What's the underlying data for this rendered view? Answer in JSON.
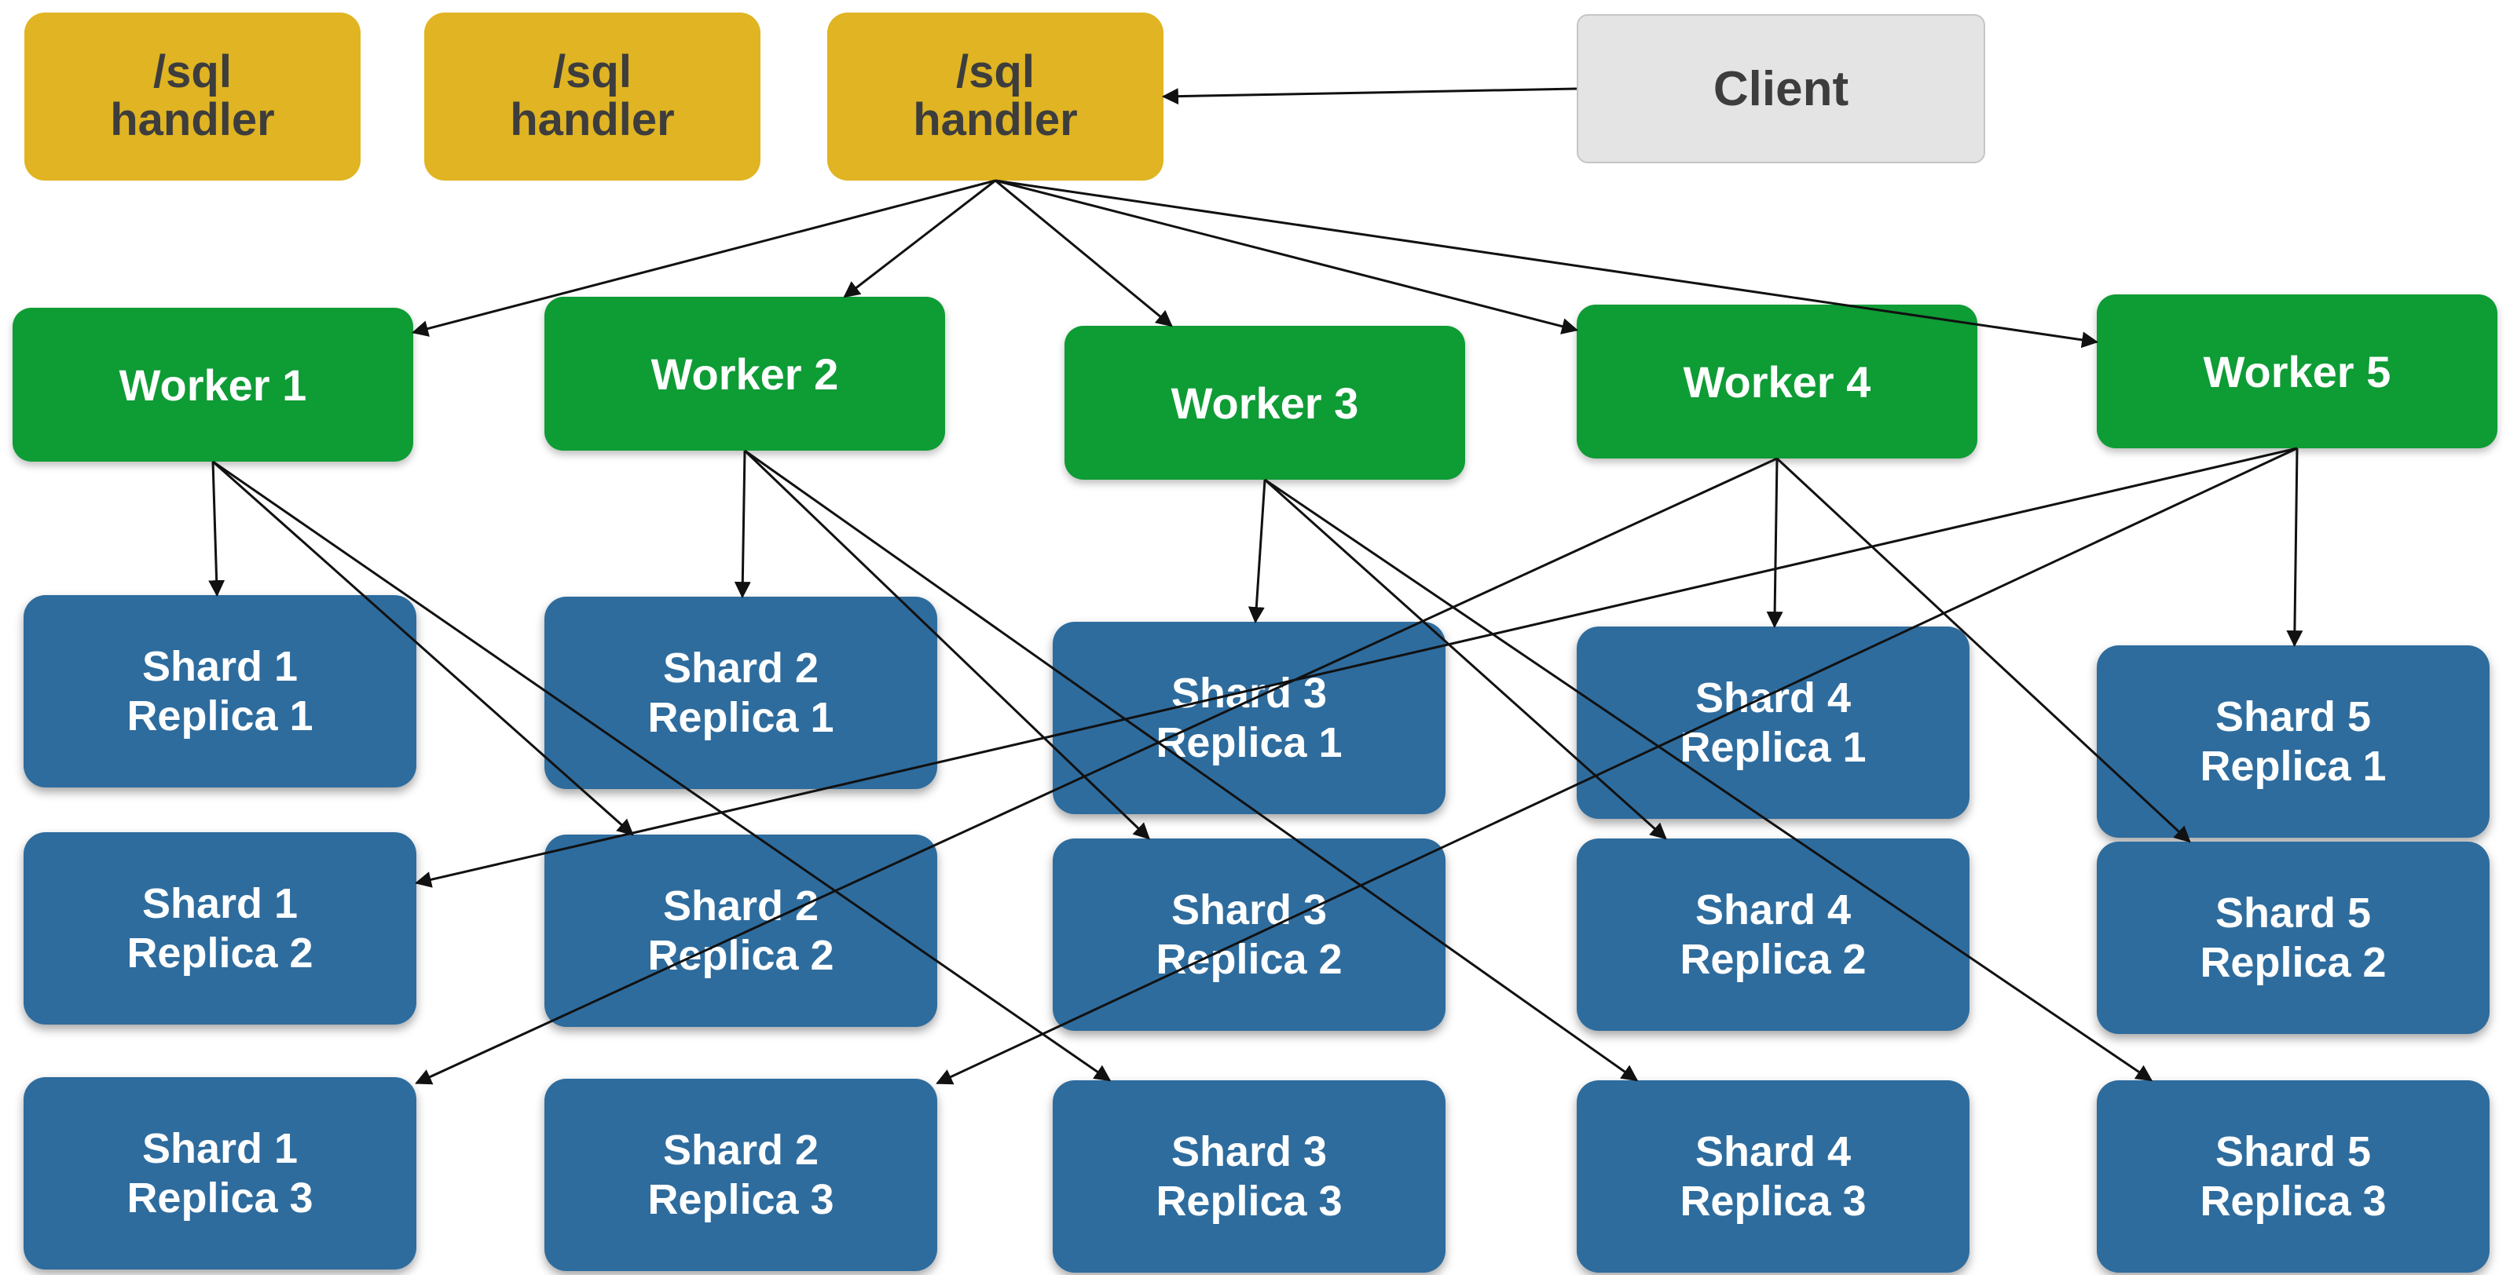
{
  "colors": {
    "handler": "#e0b422",
    "worker": "#0e9c35",
    "shard": "#2e6c9e",
    "client": "#e4e4e4",
    "client_border": "#c6c6c6",
    "text_dark": "#3d3d3d",
    "text_light": "#ffffff",
    "arrow": "#111111"
  },
  "client": {
    "label": "Client"
  },
  "handlers": [
    {
      "id": "h1",
      "label": "/sql\nhandler"
    },
    {
      "id": "h2",
      "label": "/sql\nhandler"
    },
    {
      "id": "h3",
      "label": "/sql\nhandler"
    }
  ],
  "workers": [
    {
      "id": "w1",
      "label": "Worker 1"
    },
    {
      "id": "w2",
      "label": "Worker 2"
    },
    {
      "id": "w3",
      "label": "Worker 3"
    },
    {
      "id": "w4",
      "label": "Worker 4"
    },
    {
      "id": "w5",
      "label": "Worker 5"
    }
  ],
  "shards": [
    {
      "id": "s1r1",
      "label": "Shard 1\nReplica 1"
    },
    {
      "id": "s2r1",
      "label": "Shard 2\nReplica 1"
    },
    {
      "id": "s3r1",
      "label": "Shard 3\nReplica 1"
    },
    {
      "id": "s4r1",
      "label": "Shard 4\nReplica 1"
    },
    {
      "id": "s5r1",
      "label": "Shard 5\nReplica 1"
    },
    {
      "id": "s1r2",
      "label": "Shard 1\nReplica 2"
    },
    {
      "id": "s2r2",
      "label": "Shard 2\nReplica 2"
    },
    {
      "id": "s3r2",
      "label": "Shard 3\nReplica 2"
    },
    {
      "id": "s4r2",
      "label": "Shard 4\nReplica 2"
    },
    {
      "id": "s5r2",
      "label": "Shard 5\nReplica 2"
    },
    {
      "id": "s1r3",
      "label": "Shard 1\nReplica 3"
    },
    {
      "id": "s2r3",
      "label": "Shard 2\nReplica 3"
    },
    {
      "id": "s3r3",
      "label": "Shard 3\nReplica 3"
    },
    {
      "id": "s4r3",
      "label": "Shard 4\nReplica 3"
    },
    {
      "id": "s5r3",
      "label": "Shard 5\nReplica 3"
    }
  ],
  "edges": [
    {
      "from": "client",
      "to": "h3",
      "from_anchor": "left",
      "to_anchor": "right"
    },
    {
      "from": "h3",
      "to": "w1",
      "from_anchor": "bottom"
    },
    {
      "from": "h3",
      "to": "w2",
      "from_anchor": "bottom"
    },
    {
      "from": "h3",
      "to": "w3",
      "from_anchor": "bottom"
    },
    {
      "from": "h3",
      "to": "w4",
      "from_anchor": "bottom"
    },
    {
      "from": "h3",
      "to": "w5",
      "from_anchor": "bottom"
    },
    {
      "from": "w1",
      "to": "s1r1",
      "from_anchor": "bottom"
    },
    {
      "from": "w1",
      "to": "s2r2",
      "from_anchor": "bottom"
    },
    {
      "from": "w1",
      "to": "s3r3",
      "from_anchor": "bottom"
    },
    {
      "from": "w2",
      "to": "s2r1",
      "from_anchor": "bottom"
    },
    {
      "from": "w2",
      "to": "s3r2",
      "from_anchor": "bottom"
    },
    {
      "from": "w2",
      "to": "s4r3",
      "from_anchor": "bottom"
    },
    {
      "from": "w3",
      "to": "s3r1",
      "from_anchor": "bottom"
    },
    {
      "from": "w3",
      "to": "s4r2",
      "from_anchor": "bottom"
    },
    {
      "from": "w3",
      "to": "s5r3",
      "from_anchor": "bottom"
    },
    {
      "from": "w4",
      "to": "s4r1",
      "from_anchor": "bottom"
    },
    {
      "from": "w4",
      "to": "s5r2",
      "from_anchor": "bottom"
    },
    {
      "from": "w4",
      "to": "s1r3",
      "from_anchor": "bottom"
    },
    {
      "from": "w5",
      "to": "s5r1",
      "from_anchor": "bottom"
    },
    {
      "from": "w5",
      "to": "s1r2",
      "from_anchor": "bottom"
    },
    {
      "from": "w5",
      "to": "s2r3",
      "from_anchor": "bottom"
    }
  ]
}
